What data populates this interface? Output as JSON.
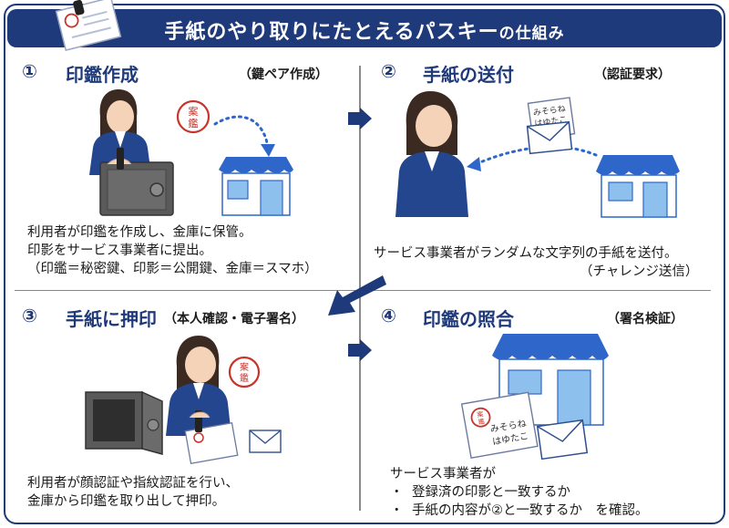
{
  "banner": {
    "title_main": "手紙のやり取りにたとえるパスキー",
    "title_small": "の仕組み"
  },
  "sections": [
    {
      "num": "①",
      "title": "印鑑作成",
      "subtitle": "（鍵ペア作成）",
      "lines": [
        "利用者が印鑑を作成し、金庫に保管。",
        "印影をサービス事業者に提出。",
        "（印鑑＝秘密鍵、印影＝公開鍵、金庫＝スマホ）"
      ]
    },
    {
      "num": "②",
      "title": "手紙の送付",
      "subtitle": "（認証要求）",
      "lines": [
        "サービス事業者がランダムな文字列の手紙を送付。",
        "（チャレンジ送信）"
      ]
    },
    {
      "num": "③",
      "title": "手紙に押印",
      "subtitle": "（本人確認・電子署名）",
      "lines": [
        "利用者が顔認証や指紋認証を行い、",
        "金庫から印鑑を取り出して押印。"
      ]
    },
    {
      "num": "④",
      "title": "印鑑の照合",
      "subtitle": "（署名検証）",
      "lines": [
        "サービス事業者が",
        "・",
        "登録済の印影と一致するか",
        "・",
        "手紙の内容が②と一致するか　を確認。"
      ]
    }
  ],
  "seal": {
    "line1": "案",
    "line2": "鑑"
  },
  "letter_text": {
    "line1": "みそらね",
    "line2": "はゆたこ"
  },
  "colors": {
    "navy": "#1f3a7a",
    "arrow": "#1f3a7a",
    "shop_roof": "#2f66c9",
    "seal_red": "#c8332a",
    "safe_gray": "#5a5a5a"
  }
}
